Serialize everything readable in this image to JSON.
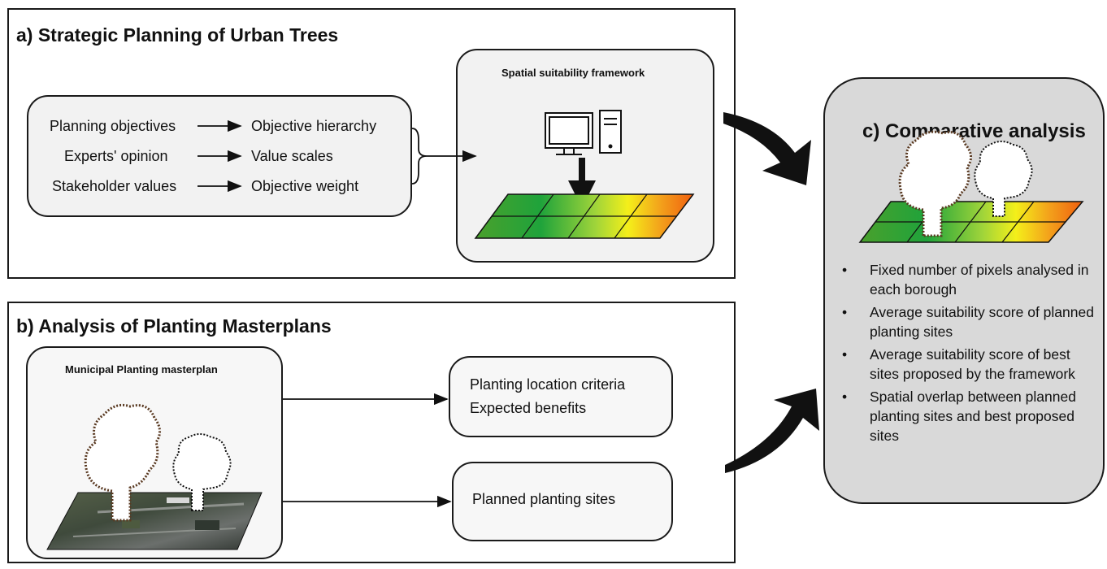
{
  "panel_a": {
    "title": "a) Strategic Planning of Urban Trees",
    "inputs": [
      "Planning objectives",
      "Experts' opinion",
      "Stakeholder values"
    ],
    "outputs": [
      "Objective hierarchy",
      "Value scales",
      "Objective weight"
    ],
    "framework_title": "Spatial suitability framework"
  },
  "panel_b": {
    "title": "b) Analysis of Planting Masterplans",
    "masterplan_title": "Municipal Planting masterplan",
    "criteria_lines": [
      "Planting location criteria",
      "Expected benefits"
    ],
    "sites_label": "Planned planting sites"
  },
  "panel_c": {
    "title": "c) Comparative analysis",
    "bullets": [
      "Fixed number of pixels analysed in each borough",
      "Average suitability score of planned planting sites",
      "Average suitability score of best sites proposed by the framework",
      "Spatial overlap between planned planting sites and best proposed sites"
    ]
  },
  "colors": {
    "gradient": [
      "#3c9a2e",
      "#1ea33a",
      "#8fcf3a",
      "#f5f01a",
      "#f2a21a",
      "#f0650f"
    ],
    "box_fill": "#f2f2f2",
    "panel_c_fill": "#d9d9d9",
    "tree_outline": "#5a3a22"
  },
  "icons": [
    "monitor-icon",
    "computer-tower-icon",
    "tree-icon",
    "aerial-map-icon"
  ]
}
